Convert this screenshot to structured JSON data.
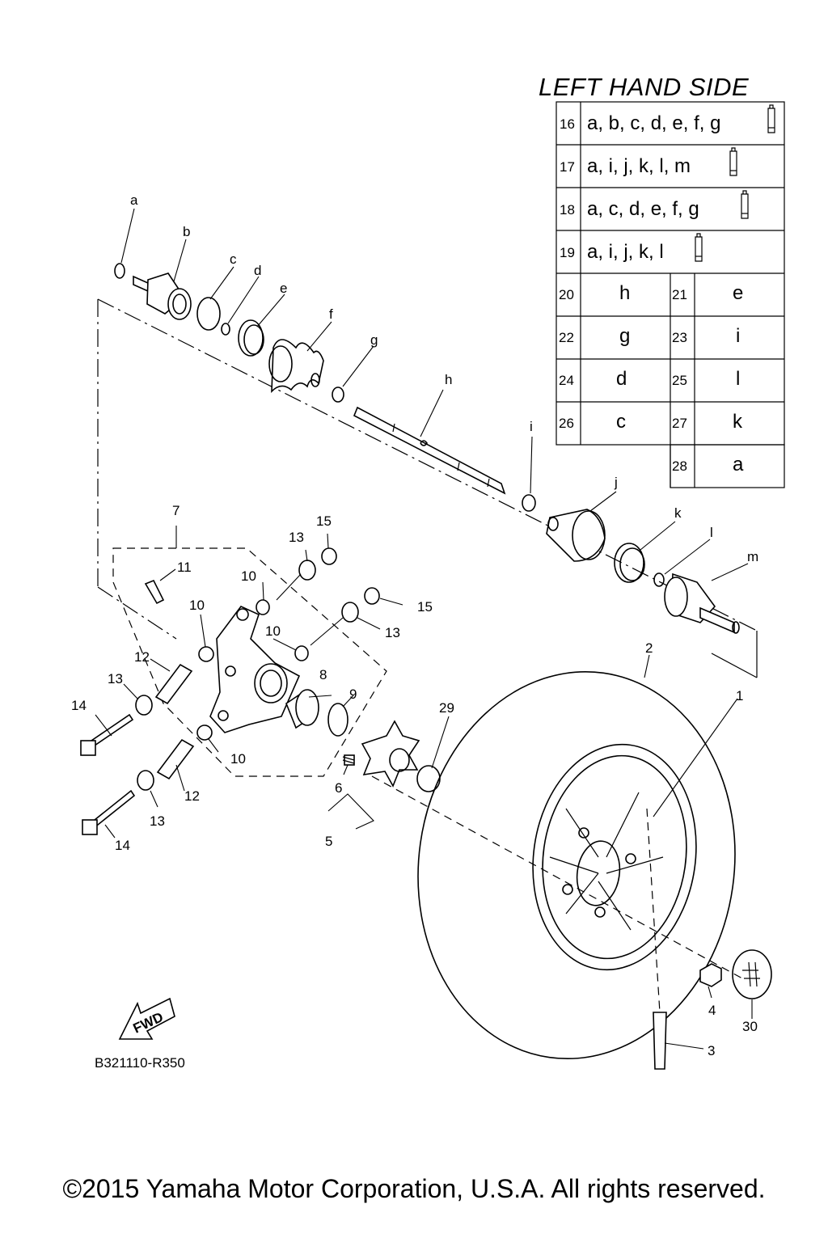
{
  "diagram": {
    "title": "LEFT HAND SIDE",
    "code": "B321110-R350",
    "copyright": "©2015 Yamaha Motor Corporation, U.S.A. All rights reserved.",
    "fwd_label": "FWD",
    "kit_table": [
      {
        "num": "16",
        "parts": "a, b, c, d, e, f, g",
        "grease": true
      },
      {
        "num": "17",
        "parts": "a, i, j, k, l, m",
        "grease": true
      },
      {
        "num": "18",
        "parts": "a, c, d, e, f, g",
        "grease": true
      },
      {
        "num": "19",
        "parts": "a, i, j, k, l",
        "grease": true
      }
    ],
    "pair_table": [
      {
        "num": "20",
        "letter": "h",
        "num2": "21",
        "letter2": "e"
      },
      {
        "num": "22",
        "letter": "g",
        "num2": "23",
        "letter2": "i"
      },
      {
        "num": "24",
        "letter": "d",
        "num2": "25",
        "letter2": "l"
      },
      {
        "num": "26",
        "letter": "c",
        "num2": "27",
        "letter2": "k"
      },
      {
        "num": "",
        "letter": "",
        "num2": "28",
        "letter2": "a"
      }
    ],
    "callouts": {
      "a": "a",
      "b": "b",
      "c": "c",
      "d": "d",
      "e": "e",
      "f": "f",
      "g": "g",
      "h": "h",
      "i": "i",
      "j": "j",
      "k": "k",
      "l": "l",
      "m": "m",
      "n1": "1",
      "n2": "2",
      "n3": "3",
      "n4": "4",
      "n5": "5",
      "n6": "6",
      "n7": "7",
      "n8": "8",
      "n9": "9",
      "n10a": "10",
      "n10b": "10",
      "n10c": "10",
      "n10d": "10",
      "n11": "11",
      "n12a": "12",
      "n12b": "12",
      "n13a": "13",
      "n13b": "13",
      "n13c": "13",
      "n13d": "13",
      "n14a": "14",
      "n14b": "14",
      "n15a": "15",
      "n15b": "15",
      "n29": "29",
      "n30": "30"
    }
  }
}
